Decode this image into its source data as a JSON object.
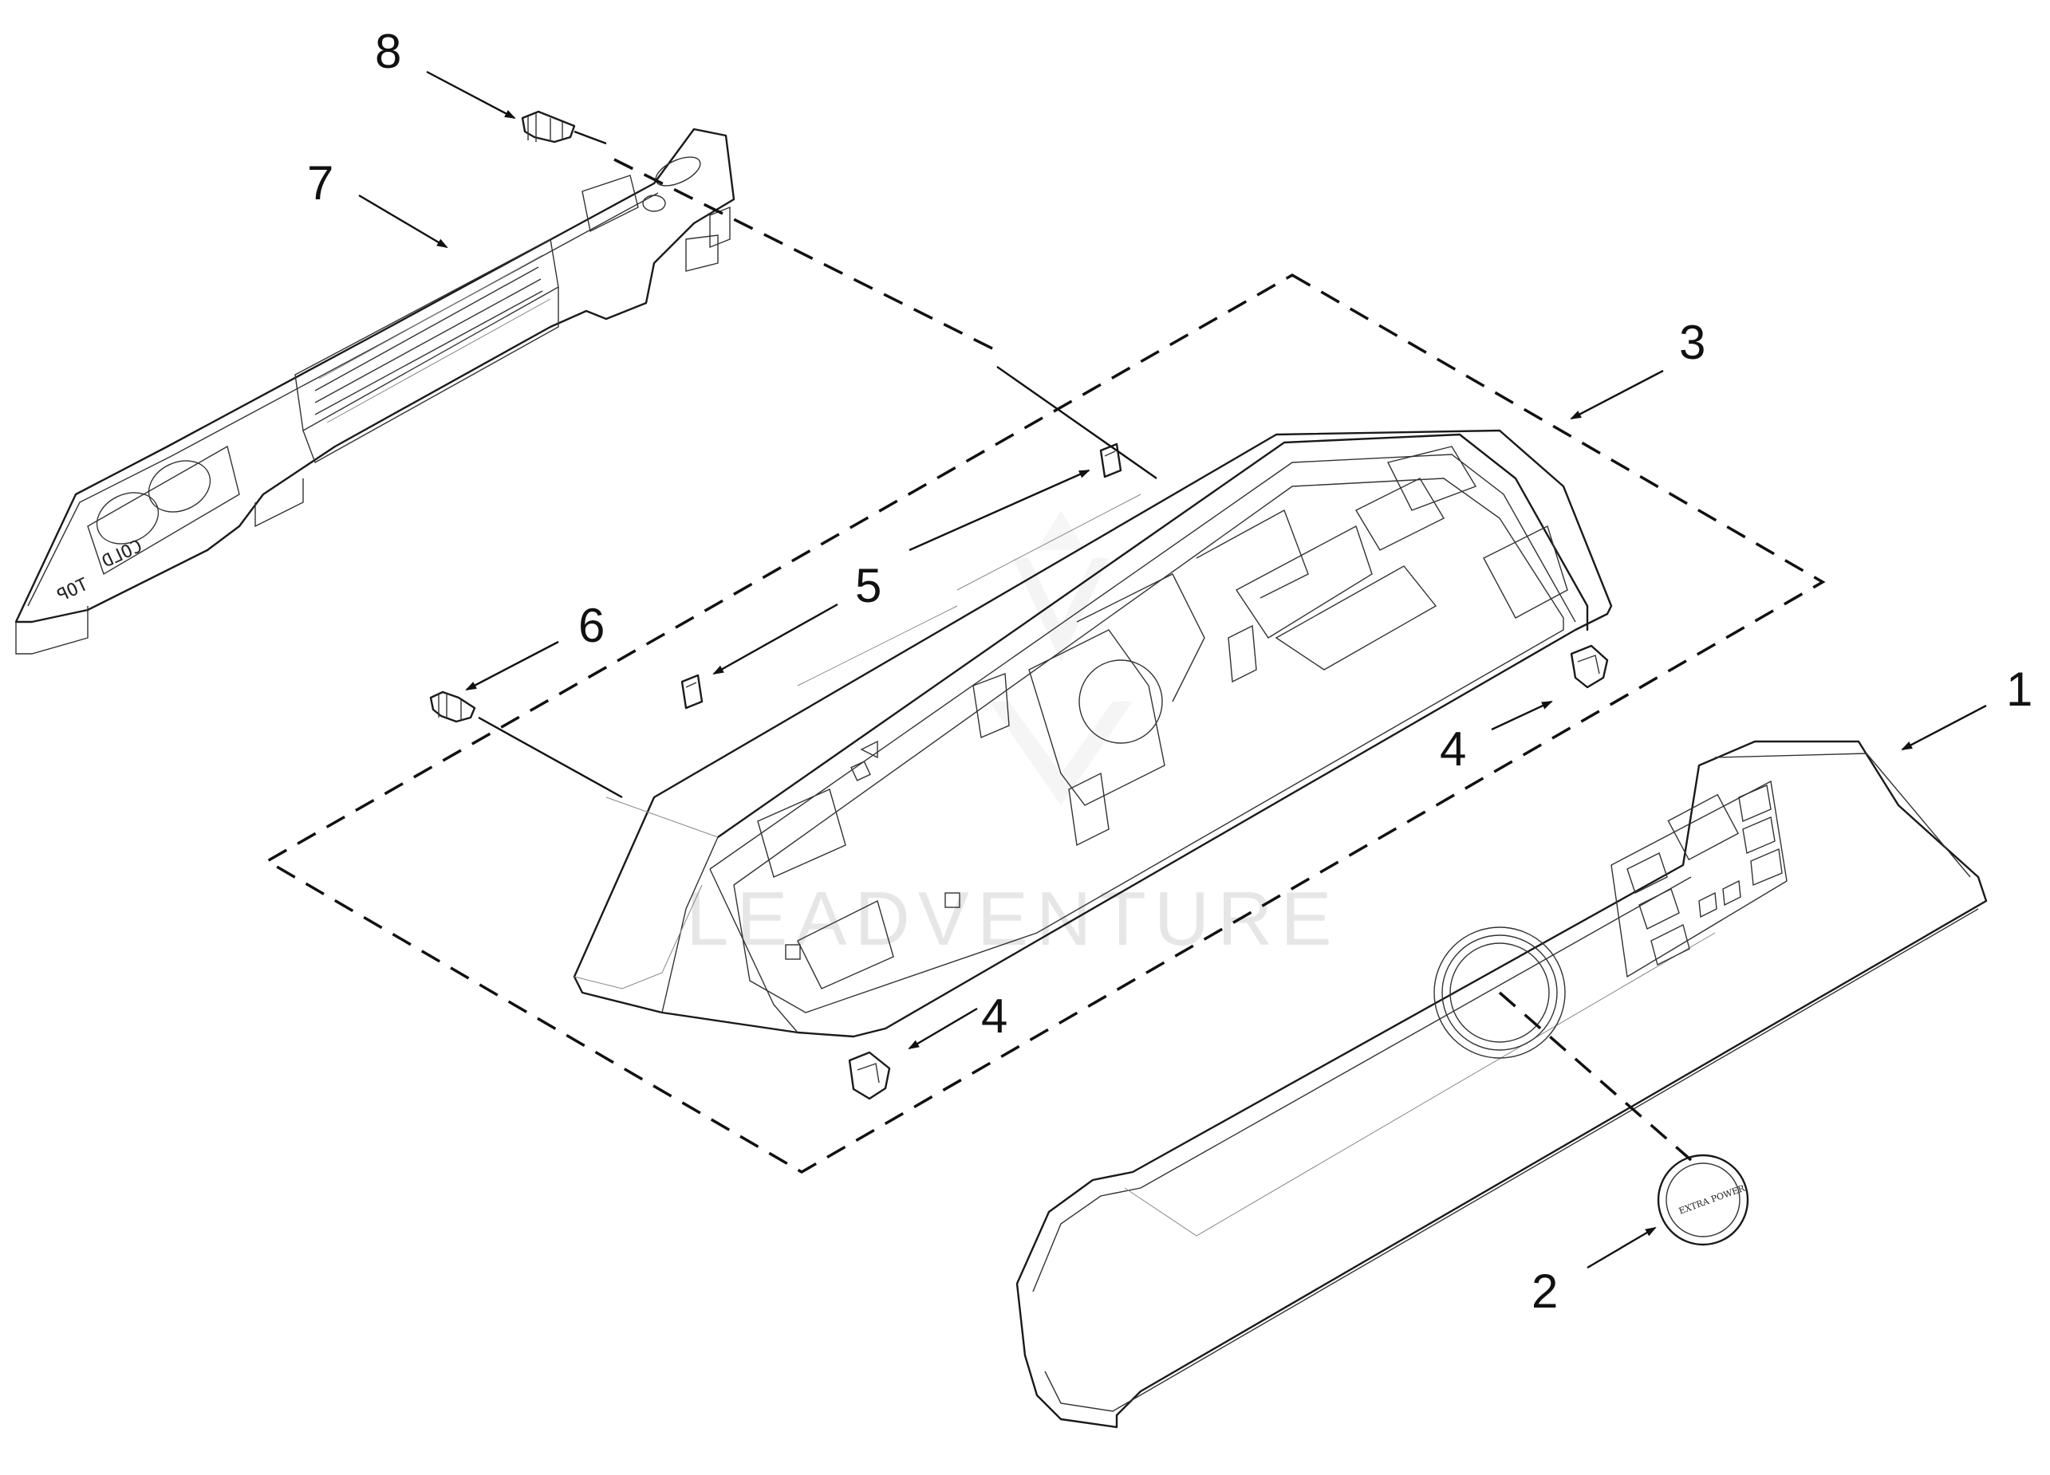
{
  "callouts": {
    "c1": "1",
    "c2": "2",
    "c3": "3",
    "c4a": "4",
    "c4b": "4",
    "c5": "5",
    "c6": "6",
    "c7": "7",
    "c8": "8"
  },
  "watermark": {
    "text": "LEADVENTURE"
  },
  "etched": {
    "rear_left": "TOP",
    "rear_right": "COLD"
  },
  "knob": {
    "label": "EXTRA POWER"
  },
  "colors": {
    "line": "#1a1a1a",
    "background": "#ffffff",
    "watermark": "#e6e6e6"
  }
}
